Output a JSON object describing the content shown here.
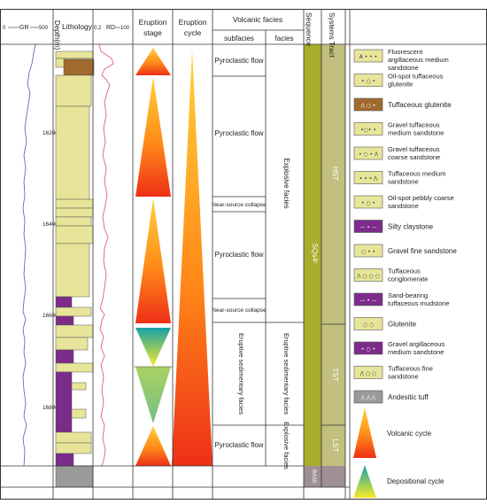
{
  "headers": {
    "gr_label": "GR",
    "gr_min": "0",
    "gr_max": "500",
    "depth": "Depth(m)",
    "lithology": "Lithology",
    "rd_label": "RD",
    "rd_min": "0.2",
    "rd_max": "100",
    "eruption_stage_1": "Eruption",
    "eruption_stage_2": "stage",
    "eruption_cycle_1": "Eruption",
    "eruption_cycle_2": "cycle",
    "volcanic_facies": "Volcanic facies",
    "subfacies": "subfacies",
    "facies": "facies",
    "sequence": "Sequence",
    "systems_tract": "Systems Tract"
  },
  "depth_ticks": [
    "1620",
    "1640",
    "1660",
    "1680"
  ],
  "subfacies": [
    "Pyroclastic flow",
    "Pyroclastic flow",
    "Near-source collapse",
    "Pyroclastic flow",
    "Near-source collapse",
    "Eruptive sedimentary facies",
    "Pyroclastic flow"
  ],
  "facies": [
    "Explosive facies",
    "Eruptive sedimentary facies",
    "Explosive facies"
  ],
  "sequence_label": "SQs4¹",
  "sequence_base": "BASE",
  "tracts": [
    "HST",
    "TST",
    "LST"
  ],
  "legend": [
    {
      "label": "Fluorescent argillaceous medium sandstone",
      "symbol": "A • • •",
      "color": "#e8e59a"
    },
    {
      "label": "Oil-spot tuffaceous glutenite",
      "symbol": "• ○ •",
      "color": "#e8e59a"
    },
    {
      "label": "Tuffaceous glutenite",
      "symbol": "/\\ ○ •",
      "color": "#a0692e"
    },
    {
      "label": "Gravel tuffaceous medium sandstone",
      "symbol": "•○• •",
      "color": "#e8e59a"
    },
    {
      "label": "Gravel tuffaceous coarse sandstone",
      "symbol": "• ○ • /\\",
      "color": "#e8e59a"
    },
    {
      "label": "Tuffaceous medium sandstone",
      "symbol": "• • • /\\",
      "color": "#e8e59a"
    },
    {
      "label": "Oil-spot pebbly coarse sandstone",
      "symbol": "• ○ •",
      "color": "#e8e59a"
    },
    {
      "label": "Silty claystone",
      "symbol": "— • —",
      "color": "#7c2b8a"
    },
    {
      "label": "Gravel fine sandstone",
      "symbol": "○ • •",
      "color": "#e8e59a"
    },
    {
      "label": "Tuffaceous conglomerate",
      "symbol": "/\\ ○ ○ ○",
      "color": "#e8e59a"
    },
    {
      "label": "Sand-bearing tuffaceous mudstone",
      "symbol": "— • —",
      "color": "#7c2b8a"
    },
    {
      "label": "Glutenite",
      "symbol": "○ ○",
      "color": "#e8e59a"
    },
    {
      "label": "Gravel argillaceous medium sandstone",
      "symbol": "• ○ •",
      "color": "#7c2b8a"
    },
    {
      "label": "Tuffaceous fine sandstone",
      "symbol": "/\\ ○ ○",
      "color": "#e8e59a"
    },
    {
      "label": "Andesitic tuff",
      "symbol": "/\\ /\\ /\\",
      "color": "#9a9a9a"
    }
  ],
  "cycle_legend": {
    "volcanic": "Volcanic cycle",
    "depositional": "Depositional cycle"
  },
  "colors": {
    "sand": "#e8e59a",
    "glutenite": "#a0692e",
    "mudstone": "#7c2b8a",
    "tuff": "#9a9a9a",
    "sequence": "#a8ad2e",
    "tract": "#c2bf7f",
    "base": "#9f9094"
  }
}
